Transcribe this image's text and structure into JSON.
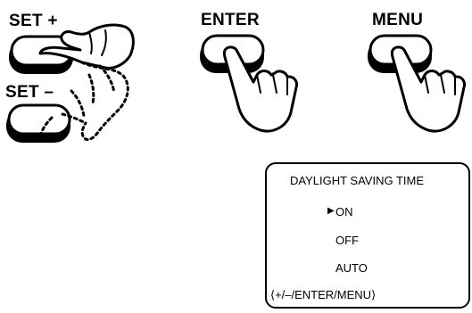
{
  "buttons": {
    "set_plus_label": "SET +",
    "set_minus_label": "SET –",
    "enter_label": "ENTER",
    "menu_label": "MENU"
  },
  "menu_screen": {
    "title": "DAYLIGHT SAVING TIME",
    "selected_marker": "▶",
    "options": [
      "ON",
      "OFF",
      "AUTO"
    ],
    "selected_option": "ON",
    "footer": "⟨+/–/ENTER/MENU⟩"
  },
  "icons": [
    "hand-pressing-icon",
    "hand-pressing-icon",
    "hand-pressing-icon"
  ]
}
